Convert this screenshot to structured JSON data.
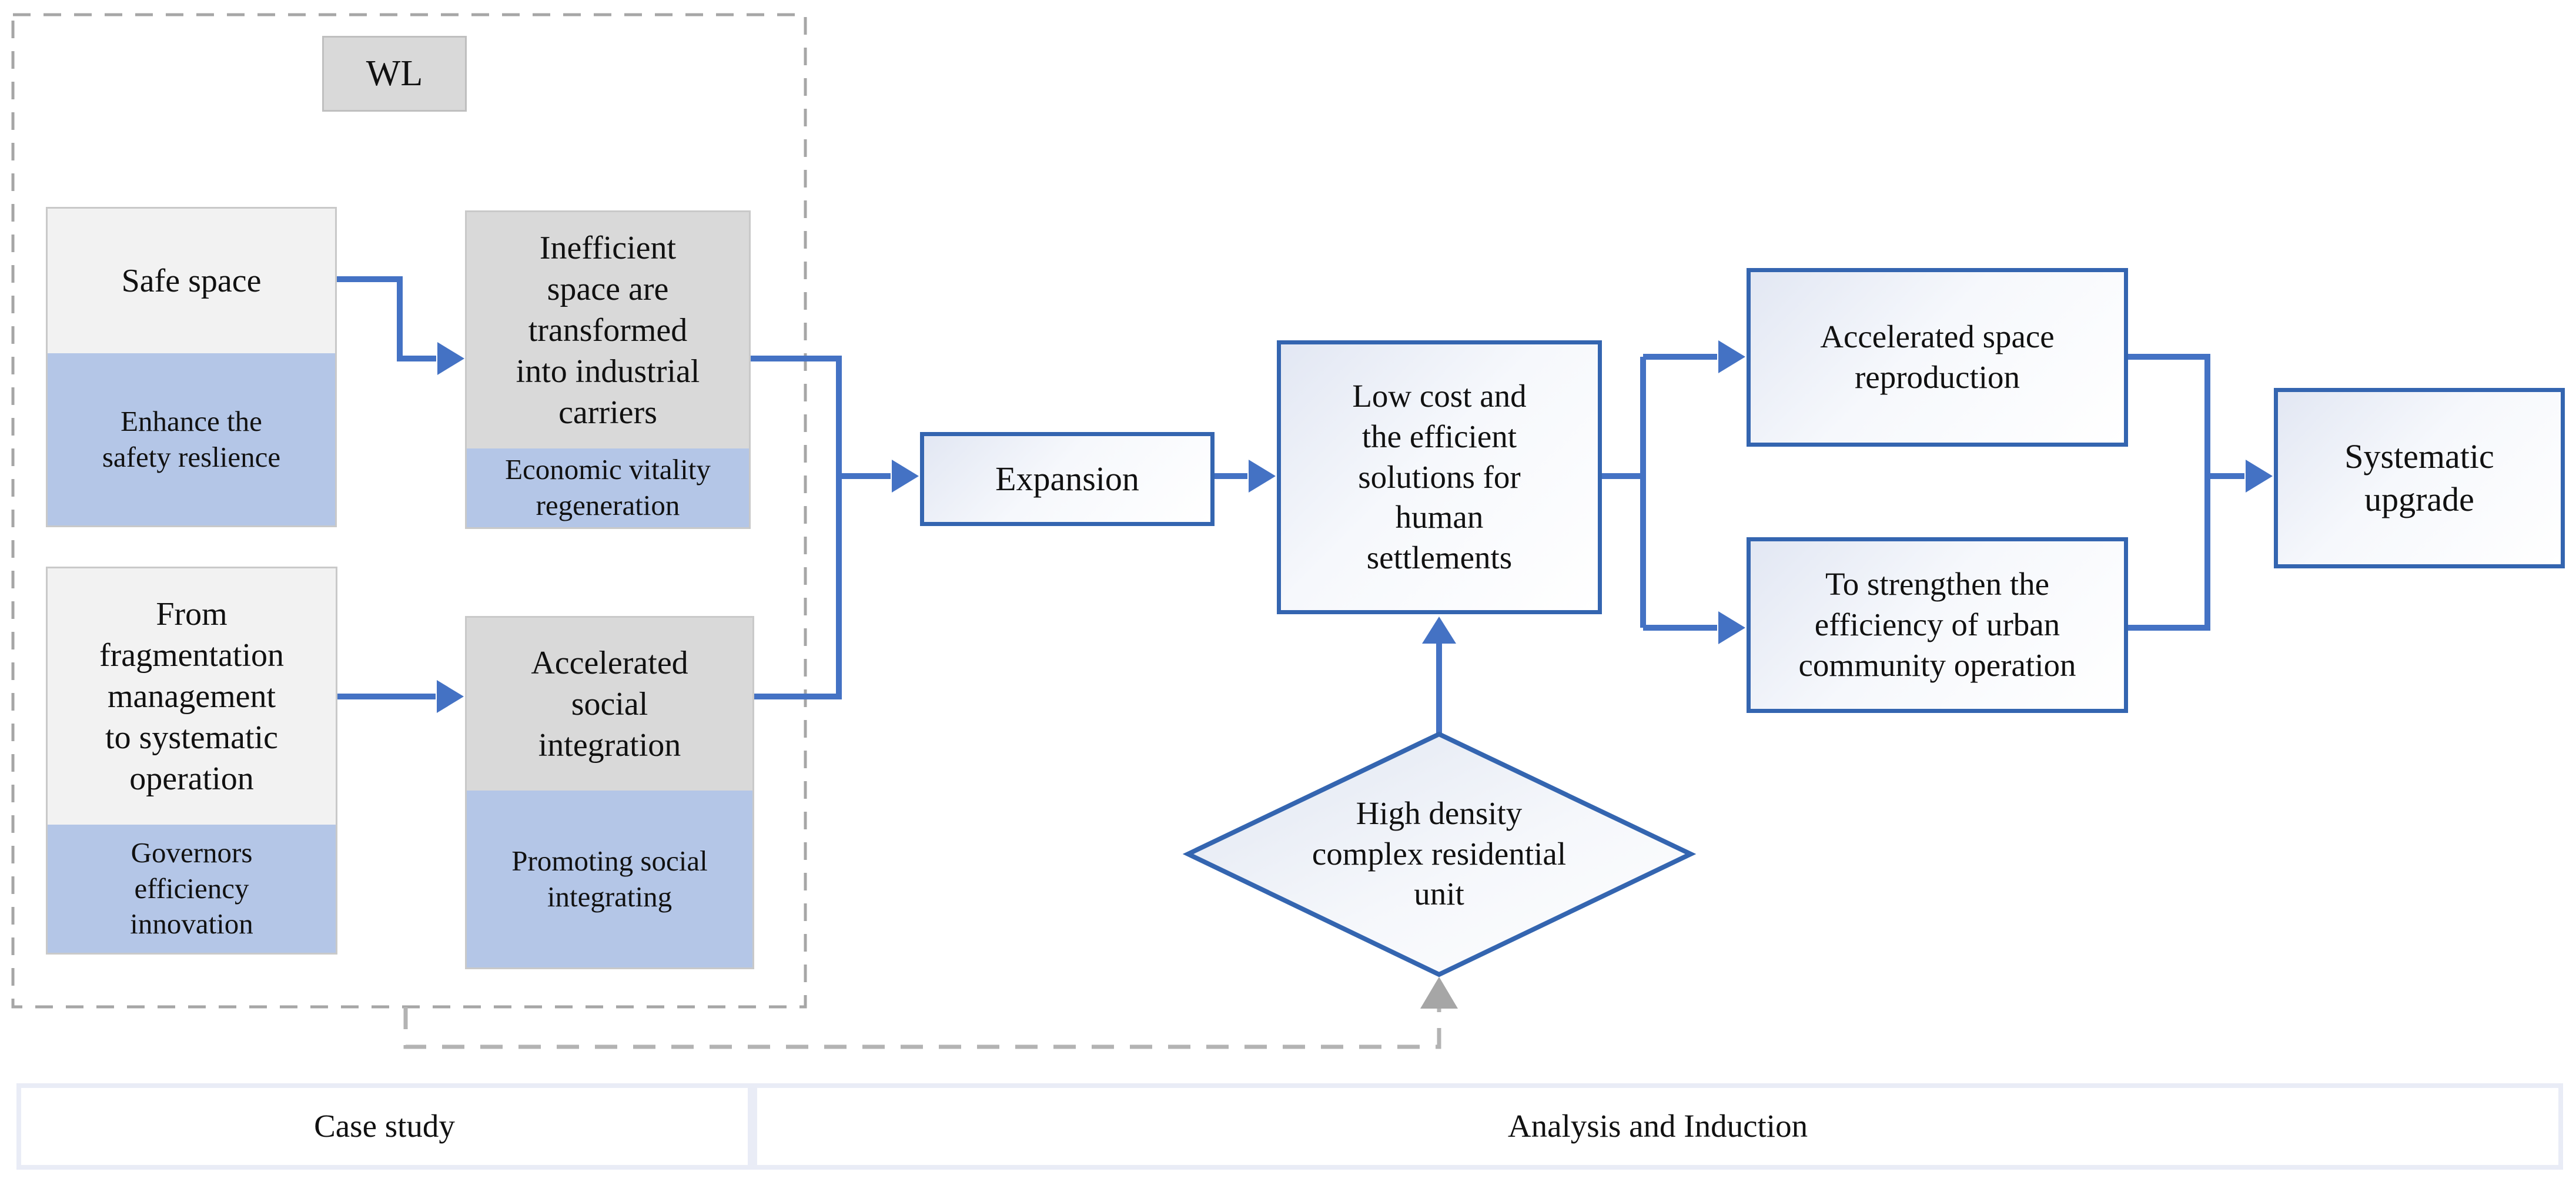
{
  "figure": {
    "region_label": "WL",
    "case_nodes": {
      "safe_space": {
        "title": "Safe space",
        "subtitle": "Enhance the\nsafety reslience"
      },
      "inefficient": {
        "title": "Inefficient\nspace are\ntransformed\ninto industrial\ncarriers",
        "subtitle": "Economic vitality\nregeneration"
      },
      "fragmentation": {
        "title": "From\nfragmentation\nmanagement\nto systematic\noperation",
        "subtitle": "Governors\nefficiency\ninnovation"
      },
      "social": {
        "title": "Accelerated\nsocial\nintegration",
        "subtitle": "Promoting social\nintegrating"
      }
    },
    "flow_nodes": {
      "expansion": "Expansion",
      "low_cost": "Low cost and\nthe efficient\nsolutions for\nhuman\nsettlements",
      "space_reproduction": "Accelerated space\nreproduction",
      "community_operation": "To strengthen the\nefficiency of urban\ncommunity operation",
      "systematic_upgrade": "Systematic\nupgrade",
      "decision_diamond": "High density\ncomplex residential\nunit"
    },
    "footer": {
      "left_label": "Case study",
      "right_label": "Analysis and Induction"
    },
    "colors": {
      "connector_blue": "#4472c4",
      "box_border_blue": "#3465b0",
      "tint_blue": "#b4c6e7",
      "tint_gray": "#d9d9d9",
      "tint_light": "#f2f2f2",
      "dashed_gray": "#a6a6a6",
      "gray_connector": "#b3b3b3",
      "footer_frame": "#e9ecf6"
    }
  }
}
